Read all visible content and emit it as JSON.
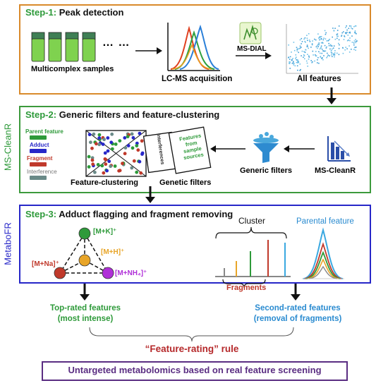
{
  "step1": {
    "prefix": "Step-1:",
    "title": "Peak detection",
    "ellipsis": "…  …",
    "samples_label": "Multicomplex samples",
    "lcms_label": "LC-MS acquisition",
    "arrow_label": "MS-DIAL",
    "features_label": "All features",
    "border_color": "#d98a2b"
  },
  "step2": {
    "prefix": "Step-2:",
    "title": "Generic filters and feature-clustering",
    "side_label": "MS-CleanR",
    "legend": [
      "Parent feature",
      "Adduct",
      "Fragment",
      "Interference"
    ],
    "clustering_label": "Feature-clustering",
    "card_back": "Interferences",
    "card_front": "Features from sample sources",
    "genetic_label": "Genetic filters",
    "generic_label": "Generic filters",
    "mscleanr_label": "MS-CleanR",
    "border_color": "#3c9a3c"
  },
  "step3": {
    "prefix": "Step-3:",
    "title": "Adduct flagging and fragment removing",
    "side_label": "MetaboFR",
    "adducts": [
      "[M+K]⁺",
      "[M+H]⁺",
      "[M+Na]⁺",
      "[M+NH₄]⁺"
    ],
    "cluster_label": "Cluster",
    "fragments_label": "Fragments",
    "parental_label": "Parental feature",
    "border_color": "#2727c8"
  },
  "results": {
    "top_rated_1": "Top-rated features",
    "top_rated_2": "(most intense)",
    "second_rated_1": "Second-rated features",
    "second_rated_2": "(removal of fragments)",
    "rule": "“Feature-rating” rule",
    "conclusion": "Untargeted metabolomics based on real feature screening"
  }
}
